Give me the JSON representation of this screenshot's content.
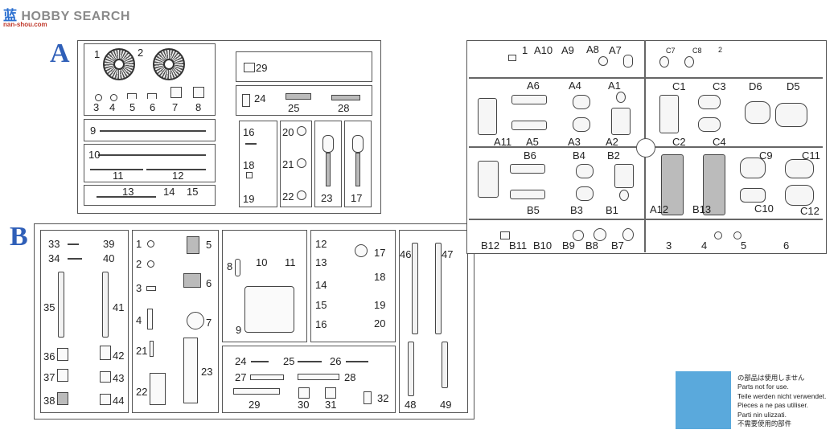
{
  "watermark": {
    "cn": "蓝",
    "en": "HOBBY SEARCH",
    "sub": "nan-shou.com"
  },
  "sections": {
    "a": "A",
    "b": "B"
  },
  "sprueA": {
    "labels": [
      "1",
      "2",
      "3",
      "4",
      "5",
      "6",
      "7",
      "8",
      "9",
      "10",
      "11",
      "12",
      "13",
      "14",
      "15",
      "16",
      "17",
      "18",
      "19",
      "20",
      "21",
      "22",
      "23",
      "24",
      "25",
      "28",
      "29"
    ]
  },
  "sprueB": {
    "labels": [
      "1",
      "2",
      "3",
      "4",
      "5",
      "6",
      "7",
      "8",
      "9",
      "10",
      "11",
      "12",
      "13",
      "14",
      "15",
      "16",
      "17",
      "18",
      "19",
      "20",
      "21",
      "22",
      "23",
      "24",
      "25",
      "26",
      "27",
      "28",
      "29",
      "30",
      "31",
      "32",
      "33",
      "34",
      "35",
      "36",
      "37",
      "38",
      "39",
      "40",
      "41",
      "42",
      "43",
      "44",
      "46",
      "47",
      "48",
      "49"
    ]
  },
  "figureSprue": {
    "top": [
      "1",
      "A10",
      "A9",
      "A8",
      "A7",
      "C7",
      "C8",
      "2"
    ],
    "row1": [
      "A6",
      "A4",
      "A1",
      "C1",
      "C3",
      "D6",
      "D5"
    ],
    "row2": [
      "A11",
      "A5",
      "A3",
      "A2",
      "C2",
      "C4"
    ],
    "row3": [
      "B6",
      "B4",
      "B2",
      "C9",
      "C11"
    ],
    "row4": [
      "B5",
      "B3",
      "B1",
      "A12",
      "B13",
      "C10",
      "C12"
    ],
    "bottom": [
      "B12",
      "B11",
      "B10",
      "B9",
      "B8",
      "B7",
      "3",
      "4",
      "5",
      "6"
    ]
  },
  "legend": {
    "color": "#5aa9dc",
    "lines": [
      "の部品は使用しません",
      "Parts not for use.",
      "Teile werden nicht verwendet.",
      "Pieces a ne pas utiliser.",
      "Parti nin ulizzati.",
      "不需要使用的部件"
    ]
  }
}
